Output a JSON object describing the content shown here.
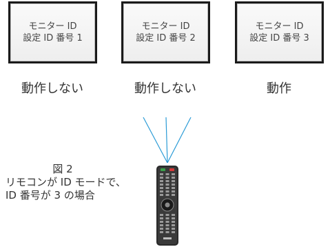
{
  "monitors": [
    {
      "line1": "モニター ID",
      "line2": "設定 ID 番号 1",
      "status": "動作しない"
    },
    {
      "line1": "モニター ID",
      "line2": "設定 ID 番号 2",
      "status": "動作しない"
    },
    {
      "line1": "モニター ID",
      "line2": "設定 ID 番号 3",
      "status": "動作"
    }
  ],
  "caption": {
    "figure": "図 2",
    "line1": "リモコンが ID モードで、",
    "line2": "ID 番号が 3 の場合"
  },
  "colors": {
    "signal": "#2a9bd6",
    "bezel": "#1a1a1a",
    "remote_body": "#2a2a2a",
    "remote_red": "#d63a3a",
    "remote_green": "#3aa14a"
  }
}
